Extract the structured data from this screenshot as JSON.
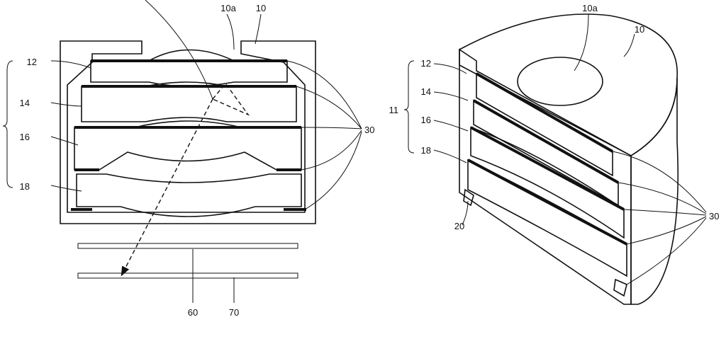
{
  "left_figure": {
    "labels": {
      "housing": "10",
      "aperture": "10a",
      "lens_a": "12",
      "lens_b": "14",
      "lens_c": "16",
      "lens_d": "18",
      "adhesive": "30",
      "filter": "60",
      "sensor": "70"
    }
  },
  "right_figure": {
    "labels": {
      "housing": "10",
      "aperture": "10a",
      "lens_stack": "11",
      "lens_a": "12",
      "lens_b": "14",
      "lens_c": "16",
      "lens_d": "18",
      "spacer": "20",
      "adhesive": "30"
    }
  },
  "colors": {
    "line": "#111111",
    "background": "#ffffff"
  }
}
